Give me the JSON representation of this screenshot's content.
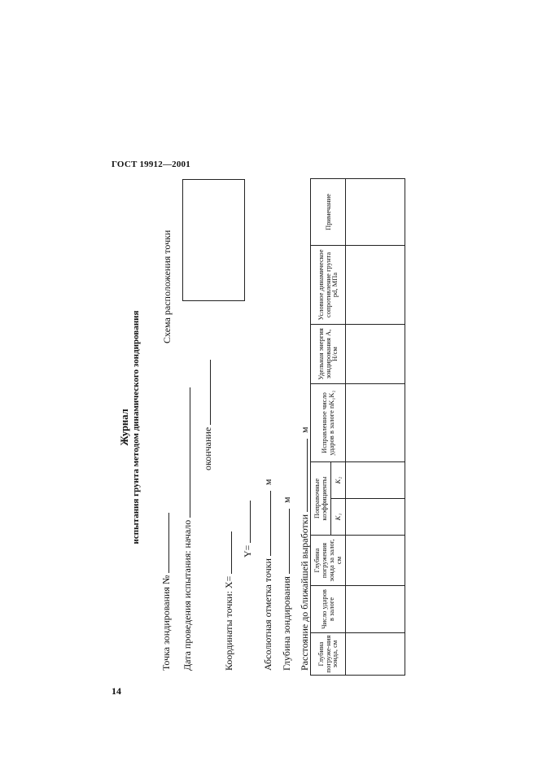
{
  "header": "ГОСТ 19912—2001",
  "page_number": "14",
  "title": "Журнал",
  "subtitle": "испытания грунта методом динамического зондирования",
  "fields": {
    "point_no": "Точка зондирования №",
    "date_label": "Дата проведения испытания: начало",
    "date_end": "окончание",
    "coords_x": "Координаты точки: X=",
    "coords_y": "Y=",
    "abs_mark": "Абсолютная отметка точки",
    "depth": "Глубина зондирования",
    "distance": "Расстояние до ближайшей выработки",
    "unit_m": "м"
  },
  "schema_label": "Схема расположения точки",
  "table": {
    "columns": [
      "Глубина погруже-ния зонда, см",
      "Число ударов в залоге",
      "Глубина погружения зонда за залог, см",
      "Поправочные коэффициенты",
      "Исправленное число ударов в залоге nK₁K₂",
      "Удельная энергия зондирования A, Н/см",
      "Условное динамическое сопротивление грунта pd, МПа",
      "Примечание"
    ],
    "subcolumns": [
      "K₁",
      "K₂"
    ]
  }
}
